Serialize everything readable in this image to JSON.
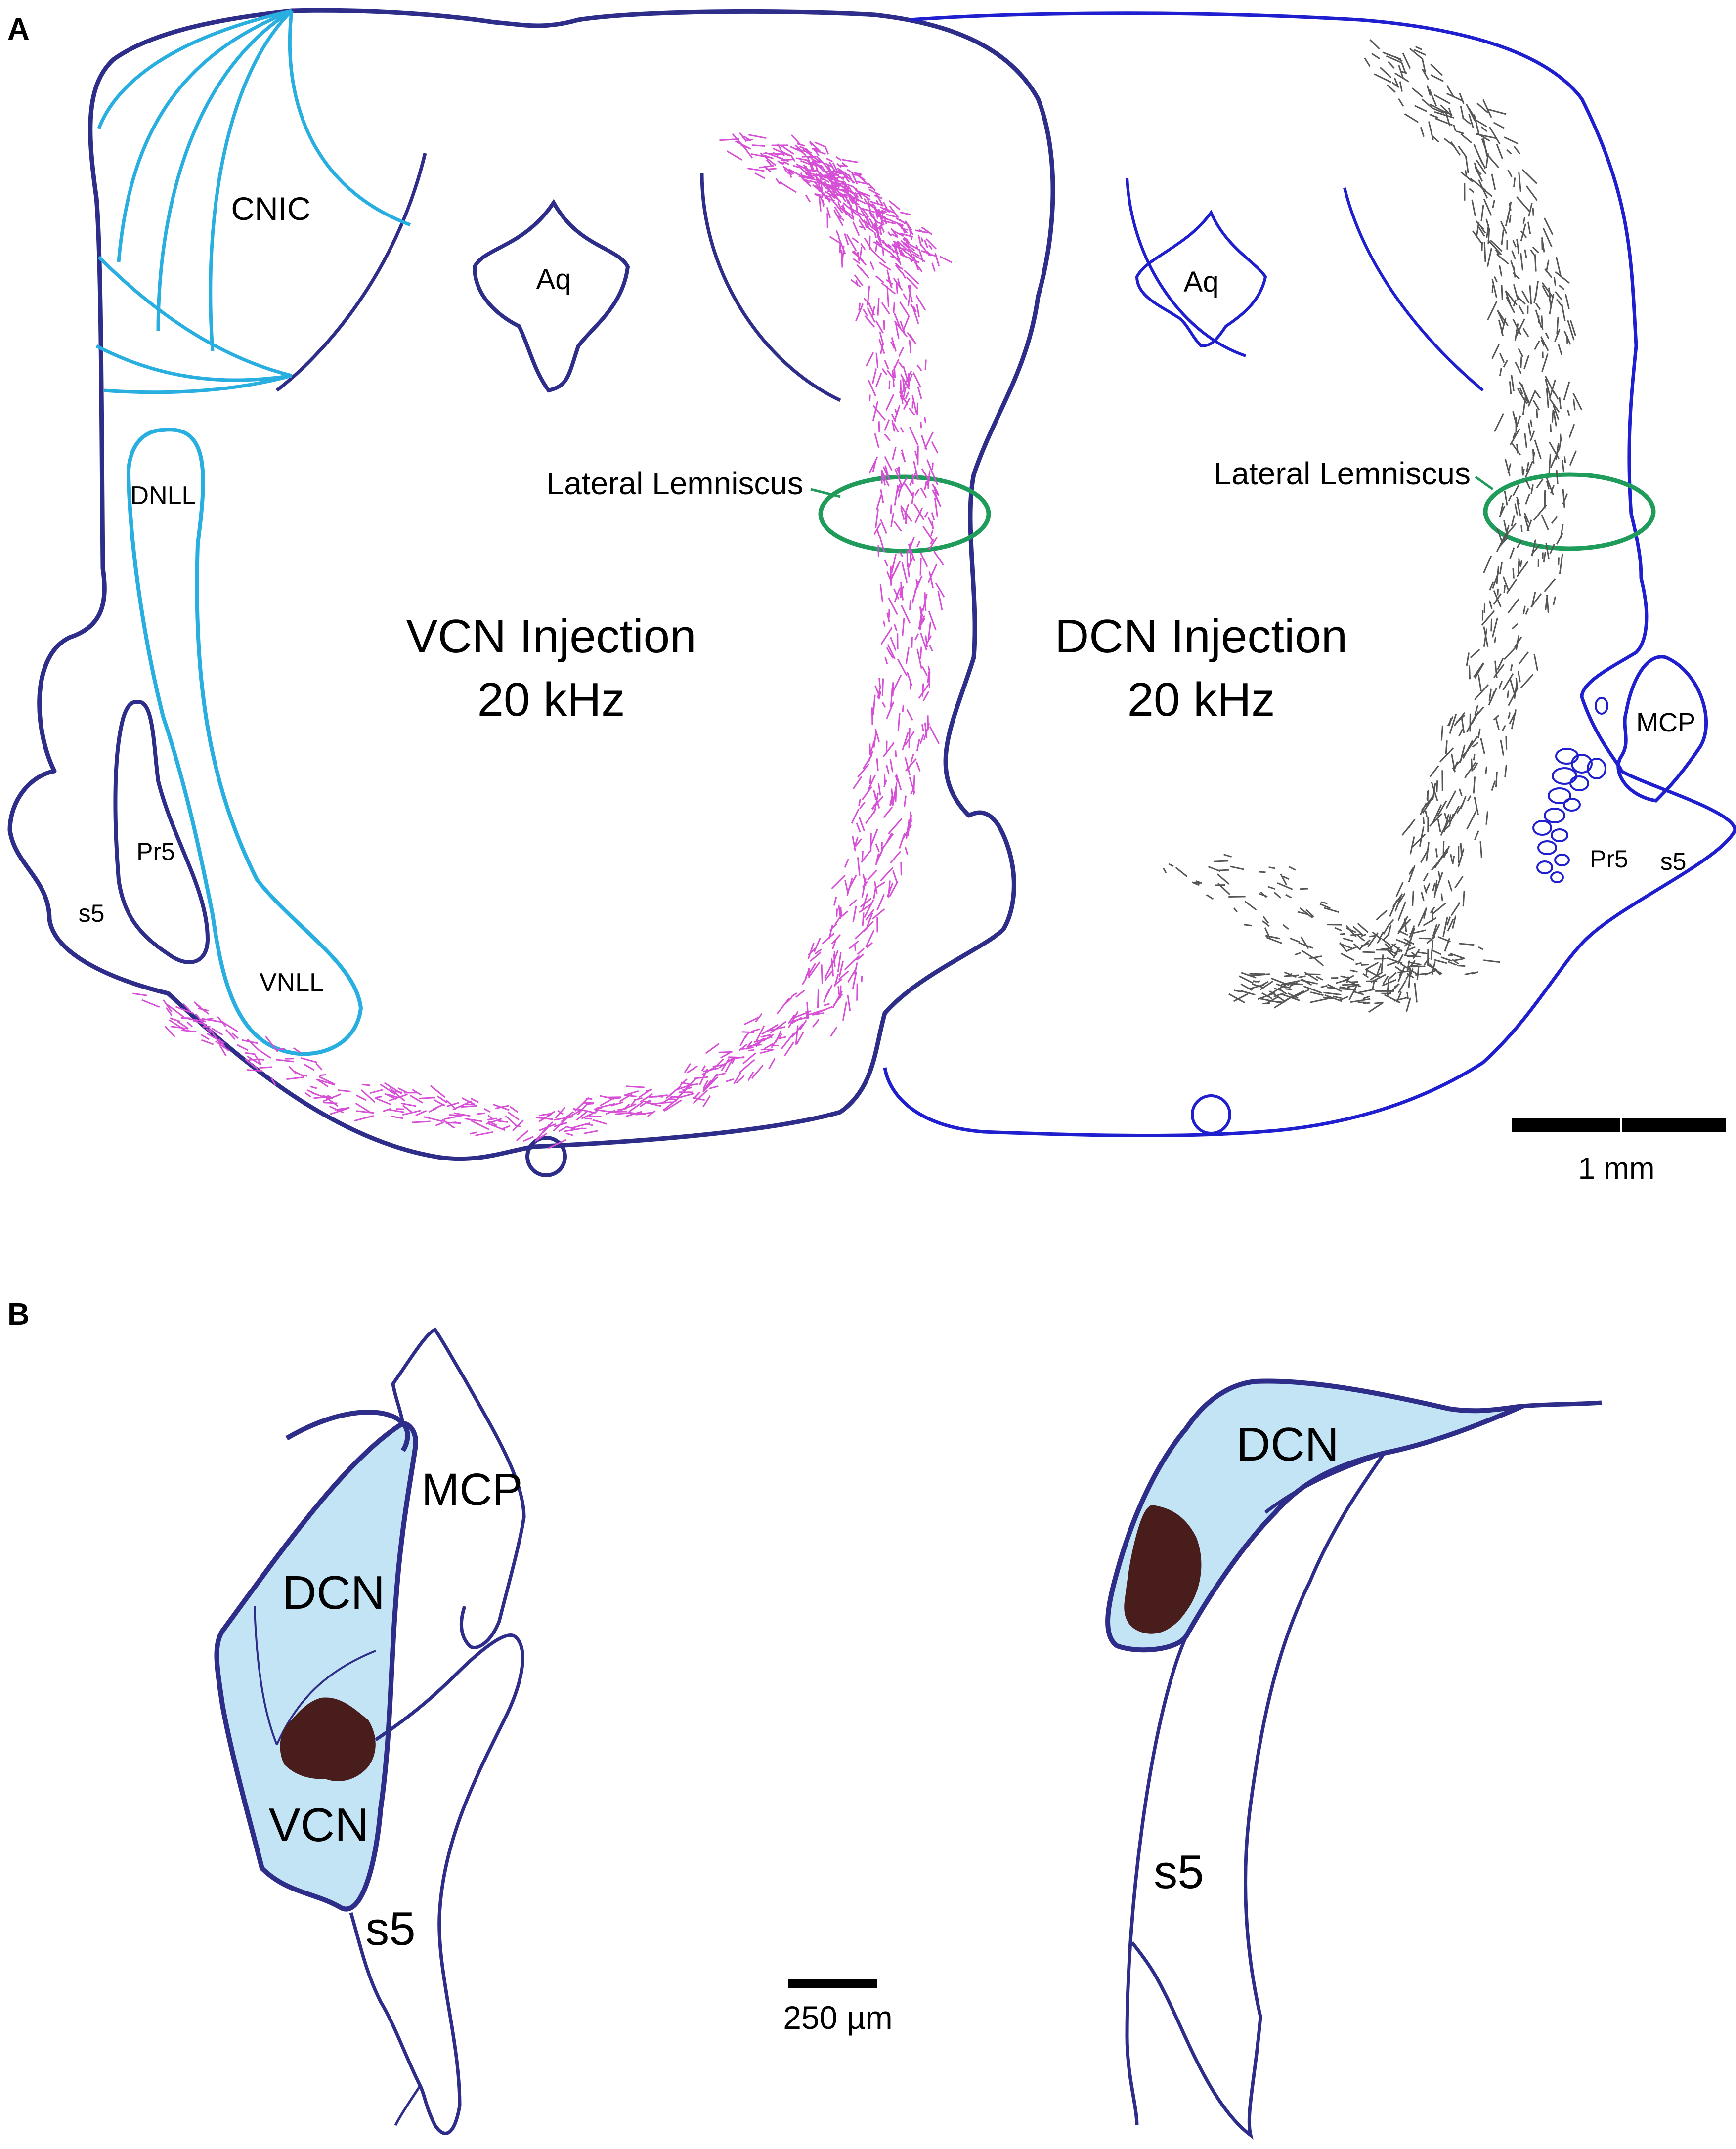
{
  "panel_a": {
    "letter": "A",
    "left": {
      "regions": {
        "cnic": "CNIC",
        "aq": "Aq",
        "dnll": "DNLL",
        "vnll": "VNLL",
        "pr5": "Pr5",
        "s5": "s5"
      },
      "lemniscus_label": "Lateral Lemniscus",
      "injection_title_line1": "VCN Injection",
      "injection_title_line2": "20 kHz",
      "axon_color": "#d64fd6"
    },
    "right": {
      "regions": {
        "aq": "Aq",
        "mcp": "MCP",
        "pr5": "Pr5",
        "s5": "s5"
      },
      "lemniscus_label": "Lateral Lemniscus",
      "injection_title_line1": "DCN Injection",
      "injection_title_line2": "20 kHz",
      "axon_color": "#555555"
    },
    "scale_bar_label": "1 mm"
  },
  "panel_b": {
    "letter": "B",
    "left": {
      "regions": {
        "mcp": "MCP",
        "dcn": "DCN",
        "vcn": "VCN",
        "s5": "s5"
      }
    },
    "right": {
      "regions": {
        "dcn": "DCN",
        "s5": "s5"
      }
    },
    "scale_bar_label": "250 µm"
  },
  "colors": {
    "outline_dark": "#2e2e8a",
    "outline_blue": "#1f1fd0",
    "region_cyan": "#29aee0",
    "lemniscus_green": "#1f9c5a",
    "nucleus_fill": "#c2e4f5",
    "injection_site": "#4a1d1d"
  }
}
